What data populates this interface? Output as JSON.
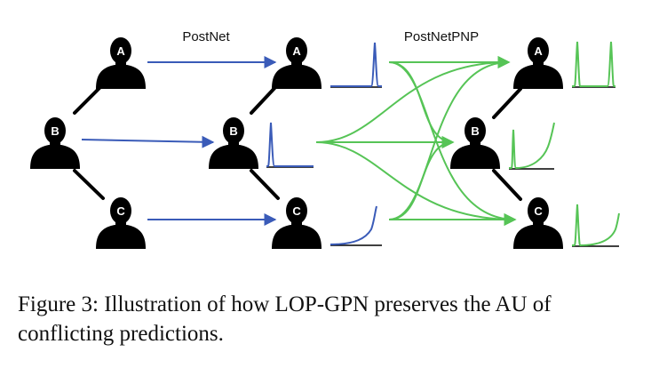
{
  "labels": {
    "postnet": "PostNet",
    "postnetpnp": "PostNetPNP"
  },
  "nodes": {
    "A": "A",
    "B": "B",
    "C": "C"
  },
  "caption": "Figure 3: Illustration of how LOP-GPN preserves the AU of conflicting predictions.",
  "colors": {
    "blue": "#3a5bb8",
    "green": "#56c456",
    "person": "#000000"
  },
  "icons": {
    "person": "person-silhouette-icon"
  }
}
